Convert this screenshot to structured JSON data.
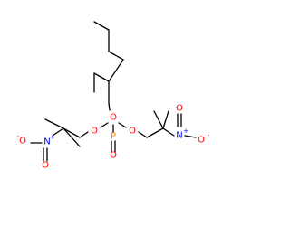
{
  "atoms": {
    "o_ester_top": "O",
    "o_ester_left": "O",
    "o_ester_right": "O",
    "o_phosphoryl": "O",
    "p_center": "P",
    "n_left": "N",
    "n_left_plus": "+",
    "o_left_nitro_top": "O",
    "o_left_nitro_bottom": "O",
    "o_left_nitro_minus": "-",
    "n_right": "N",
    "n_right_plus": "+",
    "o_right_nitro_top": "O",
    "o_right_nitro_bottom": "O",
    "o_right_nitro_minus": "-"
  },
  "colors": {
    "bond": "#000000",
    "oxygen": "#ff0000",
    "nitrogen": "#0000ff",
    "phosphorus": "#ff8000"
  }
}
